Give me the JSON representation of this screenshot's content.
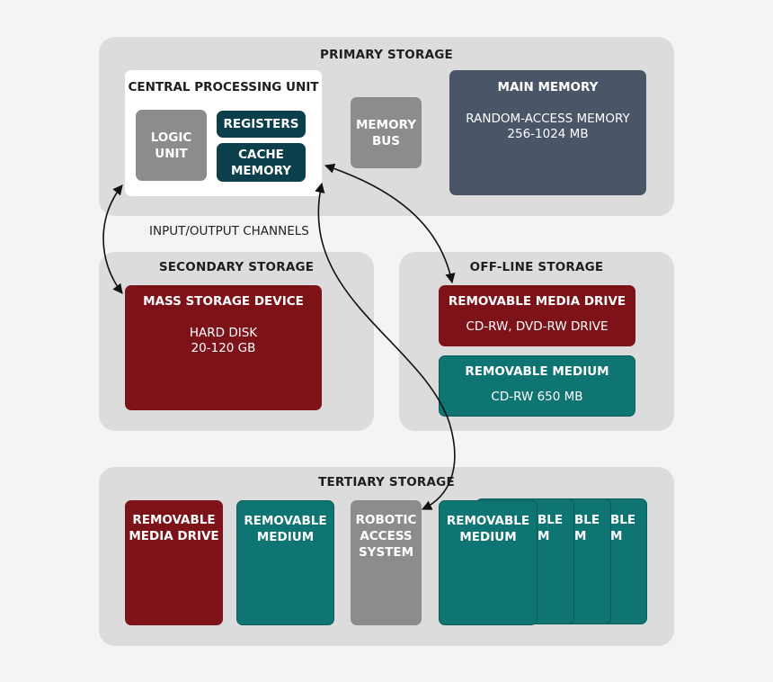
{
  "primary": {
    "title": "PRIMARY STORAGE",
    "cpu": {
      "title": "CENTRAL PROCESSING UNIT",
      "logic_unit": "LOGIC\nUNIT",
      "registers": "REGISTERS",
      "cache": "CACHE\nMEMORY"
    },
    "memory_bus": "MEMORY\nBUS",
    "main_memory": {
      "title": "MAIN MEMORY",
      "line1": "RANDOM-ACCESS MEMORY",
      "line2": "256-1024 MB"
    }
  },
  "io_label": "INPUT/OUTPUT CHANNELS",
  "secondary": {
    "title": "SECONDARY STORAGE",
    "mass": {
      "title": "MASS STORAGE DEVICE",
      "line1": "HARD DISK",
      "line2": "20-120 GB"
    }
  },
  "offline": {
    "title": "OFF-LINE STORAGE",
    "drive": {
      "title": "REMOVABLE MEDIA DRIVE",
      "line1": "CD-RW, DVD-RW DRIVE"
    },
    "medium": {
      "title": "REMOVABLE MEDIUM",
      "line1": "CD-RW 650 MB"
    }
  },
  "tertiary": {
    "title": "TERTIARY STORAGE",
    "drive": "REMOVABLE\nMEDIA DRIVE",
    "medium": "REMOVABLE\nMEDIUM",
    "robotic": "ROBOTIC\nACCESS\nSYSTEM",
    "stack_front": "REMOVABLE\nMEDIUM",
    "stack_back_partial": "BLE\nM"
  },
  "colors": {
    "panel": "#dcdcdc",
    "red": "#7d1219",
    "teal": "#0f7572",
    "grey": "#8c8c8c",
    "navy": "#4a5668",
    "dark_teal": "#0b3f4b"
  }
}
